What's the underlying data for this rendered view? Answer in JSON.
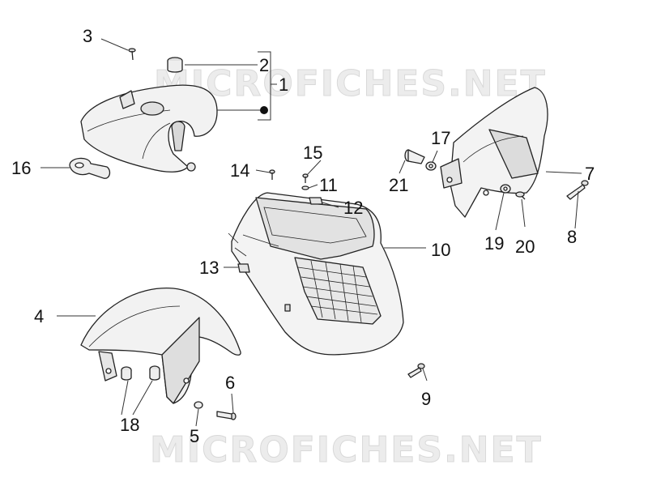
{
  "watermark": {
    "text": "MICROFICHES.NET",
    "color": "#e6e6e6"
  },
  "callouts": [
    {
      "id": "1",
      "label": "1"
    },
    {
      "id": "2",
      "label": "2"
    },
    {
      "id": "3",
      "label": "3"
    },
    {
      "id": "4",
      "label": "4"
    },
    {
      "id": "5",
      "label": "5"
    },
    {
      "id": "6",
      "label": "6"
    },
    {
      "id": "7",
      "label": "7"
    },
    {
      "id": "8",
      "label": "8"
    },
    {
      "id": "9",
      "label": "9"
    },
    {
      "id": "10",
      "label": "10"
    },
    {
      "id": "11",
      "label": "11"
    },
    {
      "id": "12",
      "label": "12"
    },
    {
      "id": "13",
      "label": "13"
    },
    {
      "id": "14",
      "label": "14"
    },
    {
      "id": "15",
      "label": "15"
    },
    {
      "id": "16",
      "label": "16"
    },
    {
      "id": "17",
      "label": "17"
    },
    {
      "id": "18",
      "label": "18"
    },
    {
      "id": "19",
      "label": "19"
    },
    {
      "id": "20",
      "label": "20"
    },
    {
      "id": "21",
      "label": "21"
    }
  ],
  "colors": {
    "part_fill": "#f4f4f4",
    "part_shade": "#dcdcdc",
    "line": "#222222",
    "background": "#ffffff"
  }
}
